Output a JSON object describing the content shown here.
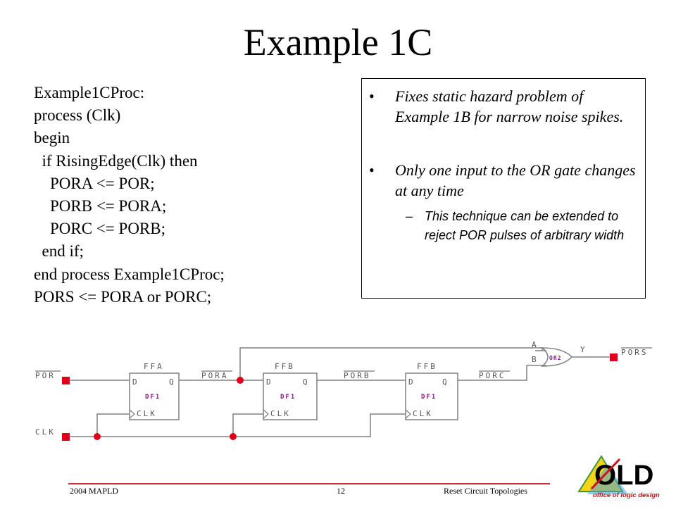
{
  "slide": {
    "title": "Example 1C",
    "code_lines": [
      "Example1CProc:",
      "process (Clk)",
      "begin",
      "  if RisingEdge(Clk) then",
      "    PORA <= POR;",
      "    PORB <= PORA;",
      "    PORC <= PORB;",
      "  end if;",
      "end process Example1CProc;",
      "PORS <= PORA or PORC;"
    ],
    "bullet_marker": "•",
    "bullets": [
      "Fixes static hazard problem of Example 1B for narrow noise spikes.",
      "Only one input to the OR gate changes at any time"
    ],
    "sub_marker": "–",
    "sub_bullet": "This technique can be extended to reject POR pulses of arbitrary width"
  },
  "schematic": {
    "port_por": "POR",
    "port_clk": "CLK",
    "port_pors": "PORS",
    "net_pora": "PORA",
    "net_porb": "PORB",
    "net_porc": "PORC",
    "ff1_name": "FFA",
    "ff2_name": "FFB",
    "ff3_name": "FFB",
    "ff_type": "DF1",
    "pin_d": "D",
    "pin_q": "Q",
    "pin_clk": "CLK",
    "gate_type": "OR2",
    "gate_a": "A",
    "gate_b": "B",
    "gate_y": "Y",
    "wire_color": "#808080",
    "port_color": "#e0001b",
    "label_color": "#555555",
    "type_color": "#8a1a8a"
  },
  "footer": {
    "left": "2004 MAPLD",
    "center": "12",
    "right": "Reset Circuit Topologies"
  },
  "logo": {
    "mark": "OLD",
    "caption": "office of logic design"
  }
}
